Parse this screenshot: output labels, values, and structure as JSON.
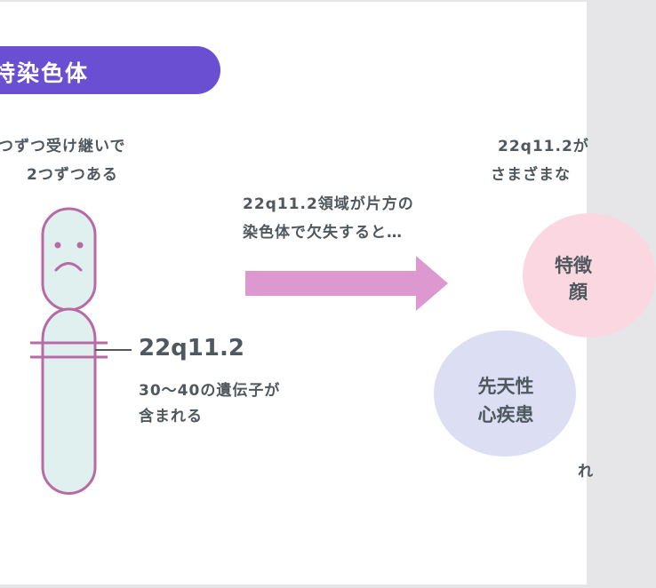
{
  "header": {
    "title": "特染色体"
  },
  "left_caption": {
    "line1": "つずつ受け継いで",
    "line2": "2つずつある"
  },
  "chromosome": {
    "label": "22q11.2",
    "note_line1": "30～40の遺伝子が",
    "note_line2": "含まれる"
  },
  "arrow_caption": {
    "line1": "22q11.2領域が片方の",
    "line2": "染色体で欠失すると…"
  },
  "right_caption": {
    "line1": "22q11.2が",
    "line2": "さまざまな"
  },
  "circles": {
    "pink": {
      "line1": "特徴",
      "line2": "顔"
    },
    "blue": {
      "line1": "先天性",
      "line2": "心疾患"
    }
  },
  "stray_char": "れ",
  "colors": {
    "header_bg": "#6a4fd2",
    "chromosome_fill": "#dff0ef",
    "chromosome_stroke": "#b86aa6",
    "arrow": "#dc98cf",
    "circle_pink": "#fbd7e1",
    "circle_blue": "#dcdff4",
    "text": "#4e585e"
  }
}
